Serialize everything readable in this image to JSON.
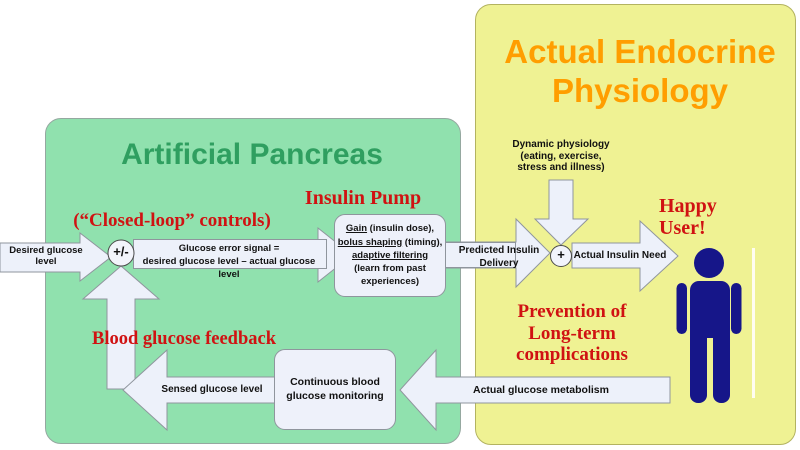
{
  "panels": {
    "artificial": {
      "title": "Artificial Pancreas"
    },
    "physiology": {
      "title_line1": "Actual Endocrine",
      "title_line2": "Physiology"
    }
  },
  "labels": {
    "closed_loop": "(“Closed-loop” controls)",
    "insulin_pump": "Insulin Pump",
    "desired_glucose": "Desired glucose level",
    "plus_minus": "+/-",
    "error_line1": "Glucose error signal =",
    "error_line2": "desired glucose level – actual glucose level",
    "predicted_line1": "Predicted Insulin",
    "predicted_line2": "Delivery",
    "dynamic_line1": "Dynamic physiology",
    "dynamic_line2": "(eating, exercise,",
    "dynamic_line3": "stress and illness)",
    "plus": "+",
    "actual_need": "Actual Insulin Need",
    "happy_line1": "Happy",
    "happy_line2": "User!",
    "prevention_line1": "Prevention of",
    "prevention_line2": "Long-term",
    "prevention_line3": "complications",
    "blood_feedback": "Blood glucose feedback",
    "sensed": "Sensed glucose level",
    "monitor_line1": "Continuous blood",
    "monitor_line2": "glucose monitoring",
    "metabolism": "Actual glucose metabolism"
  },
  "pump_box": {
    "line1_underlined": "Gain",
    "line1_rest": " (insulin dose),",
    "line2_underlined": "bolus shaping",
    "line2_rest": " (timing),",
    "line3_underlined": "adaptive filtering",
    "line3_rest": "",
    "line4": "(learn from past",
    "line5": "experiences)"
  },
  "icons": {
    "person": "person-silhouette"
  },
  "colors": {
    "green_panel": "#90e1ae",
    "yellow_panel": "#eff293",
    "arrow_fill": "#edf1fa",
    "arrow_border": "#8f959d",
    "person_navy": "#161689",
    "heading_red": "#d01212",
    "title_green": "#2f9f60",
    "title_orange": "#ff9e00"
  }
}
